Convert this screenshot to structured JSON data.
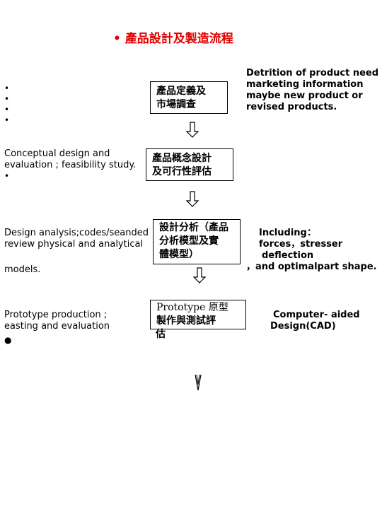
{
  "title": "• 產品設計及製造流程",
  "bullets_top": [
    "•",
    "•",
    "•",
    "•"
  ],
  "steps": [
    {
      "box_lines": [
        "產品定義及",
        "市場調查"
      ],
      "right_lines": [
        "Detrition of product need",
        "marketing information",
        "maybe new product or",
        "revised products."
      ]
    },
    {
      "box_lines": [
        "產品概念設計",
        "及可行性評估"
      ],
      "left_lines": [
        "Conceptual design and",
        "evaluation ; feasibility study."
      ],
      "left_bullet": "•"
    },
    {
      "box_lines": [
        "設計分析（產品",
        "分析模型及實",
        "體模型）"
      ],
      "left_lines": [
        "Design analysis;codes/seanded",
        "review physical and analytical"
      ],
      "left_tail": "models.",
      "right_lines": [
        "Including：",
        "forces，stresser",
        "deflection",
        "，and optimalpart shape."
      ]
    },
    {
      "box_lines": [
        "Prototype 原型",
        "製作與測試評",
        "估"
      ],
      "left_lines": [
        "Prototype production ;",
        "easting and evaluation"
      ],
      "left_bullet": "●",
      "right_lines": [
        "Computer- aided",
        "Design(CAD)"
      ]
    }
  ],
  "colors": {
    "title": "#e00000",
    "text": "#000000",
    "box_border": "#000000"
  },
  "icons": [
    "down-arrow-icon"
  ]
}
